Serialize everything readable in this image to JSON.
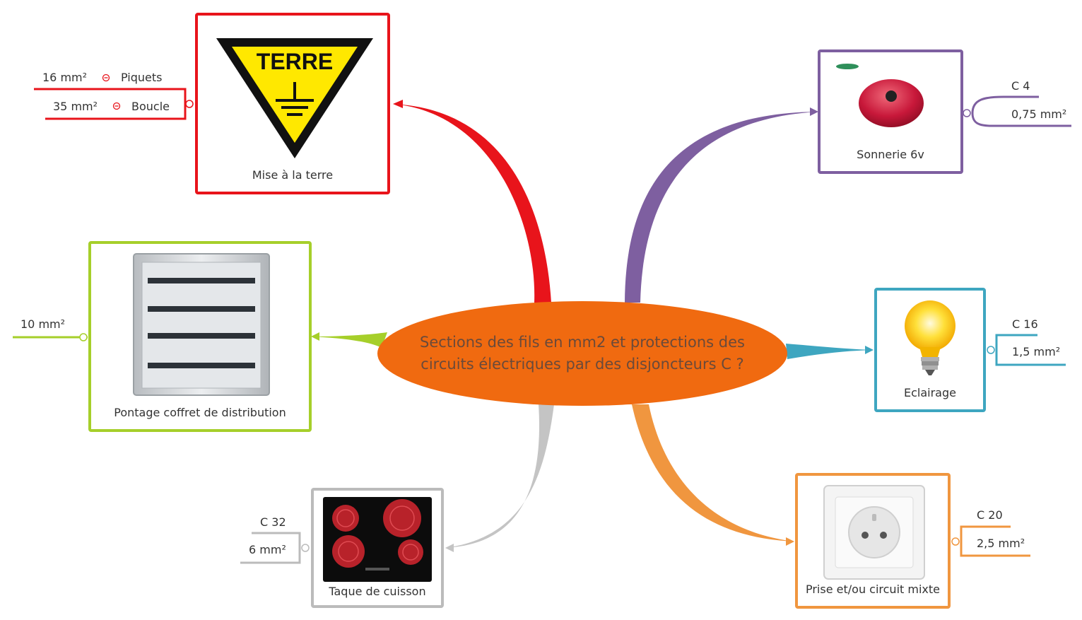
{
  "central": {
    "title": "Sections des fils en mm2 et protections des circuits électriques par des disjoncteurs C ?"
  },
  "branches": {
    "terre": {
      "caption": "Mise à la terre",
      "sign_text": "TERRE",
      "color": "#e8141b",
      "subtopics": [
        {
          "section": "16 mm²",
          "type": "Piquets"
        },
        {
          "section": "35 mm²",
          "type": "Boucle"
        }
      ]
    },
    "coffret": {
      "caption": "Pontage coffret de distribution",
      "color": "#a6cf2a",
      "section": "10 mm²"
    },
    "cuisson": {
      "caption": "Taque de cuisson",
      "color": "#bbbbbb",
      "breaker": "C 32",
      "section": "6 mm²"
    },
    "sonnerie": {
      "caption": "Sonnerie 6v",
      "color": "#7e5fa0",
      "breaker": "C 4",
      "section": "0,75 mm²"
    },
    "eclairage": {
      "caption": "Eclairage",
      "color": "#3ea6c0",
      "breaker": "C 16",
      "section": "1,5 mm²"
    },
    "prise": {
      "caption": "Prise et/ou circuit mixte",
      "color": "#f0963f",
      "breaker": "C 20",
      "section": "2,5 mm²"
    }
  }
}
